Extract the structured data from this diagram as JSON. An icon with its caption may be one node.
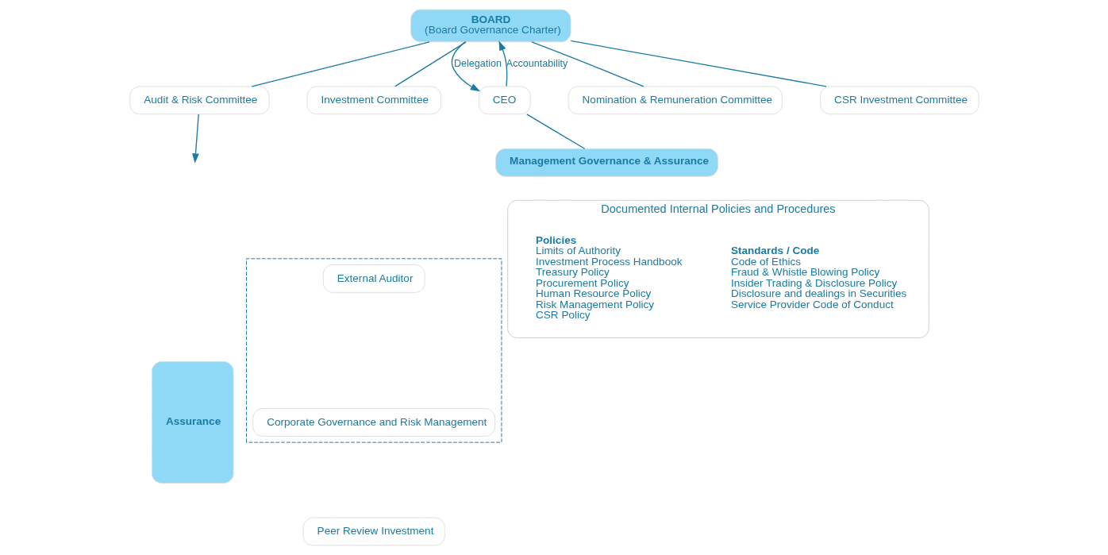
{
  "diagram": {
    "nodes": [
      {
        "text": [
          "BOARD",
          "(Board Governance Charter)"
        ]
      },
      {
        "text": [
          "Audit & Risk Committee"
        ]
      },
      {
        "text": [
          "Investment Committee"
        ]
      },
      {
        "text": [
          "Nomination & Remuneration Committee"
        ]
      },
      {
        "text": [
          "CSR Investment Committee"
        ]
      },
      {
        "text": [
          "CEO"
        ]
      },
      {
        "text": [
          "Management Governance & Assurance"
        ]
      },
      {
        "text": [
          "Documented Internal Policies and Procedures"
        ]
      },
      {
        "text": [
          "Policies",
          "Limits of Authority",
          "Investment Process Handbook",
          "Treasury Policy",
          "Procurement Policy",
          "Human Resource Policy",
          "Risk Management Policy",
          "CSR Policy"
        ],
        "in": 7
      },
      {
        "text": [
          "Standards / Code",
          "Code of Ethics",
          "Fraud & Whistle Blowing Policy",
          "Insider Trading & Disclosure Policy",
          "Disclosure and dealings in Securities",
          "Service Provider Code of Conduct"
        ],
        "in": 7
      },
      {
        "text": [
          "Assurance"
        ]
      },
      {
        "text": [],
        "shape": "box"
      },
      {
        "text": [
          "External Auditor"
        ],
        "in": 11
      },
      {
        "text": [
          "Corporate Governance and Risk Management"
        ],
        "in": 11
      },
      {
        "text": [
          "Peer Review Investment"
        ]
      }
    ],
    "edges": [
      {
        "from": 0,
        "to": 1,
        "arrow": "none"
      },
      {
        "from": 0,
        "to": 2,
        "arrow": "none"
      },
      {
        "from": 0,
        "to": 3,
        "arrow": "none"
      },
      {
        "from": 0,
        "to": 4,
        "arrow": "none"
      },
      {
        "from": 0,
        "to": 5,
        "arrow": "to",
        "label": "Delegation"
      },
      {
        "from": 5,
        "to": 0,
        "arrow": "to",
        "label": "Accountability"
      },
      {
        "from": 5,
        "to": 6,
        "arrow": "none"
      },
      {
        "from": 1,
        "to": null,
        "arrow": "to"
      }
    ]
  }
}
